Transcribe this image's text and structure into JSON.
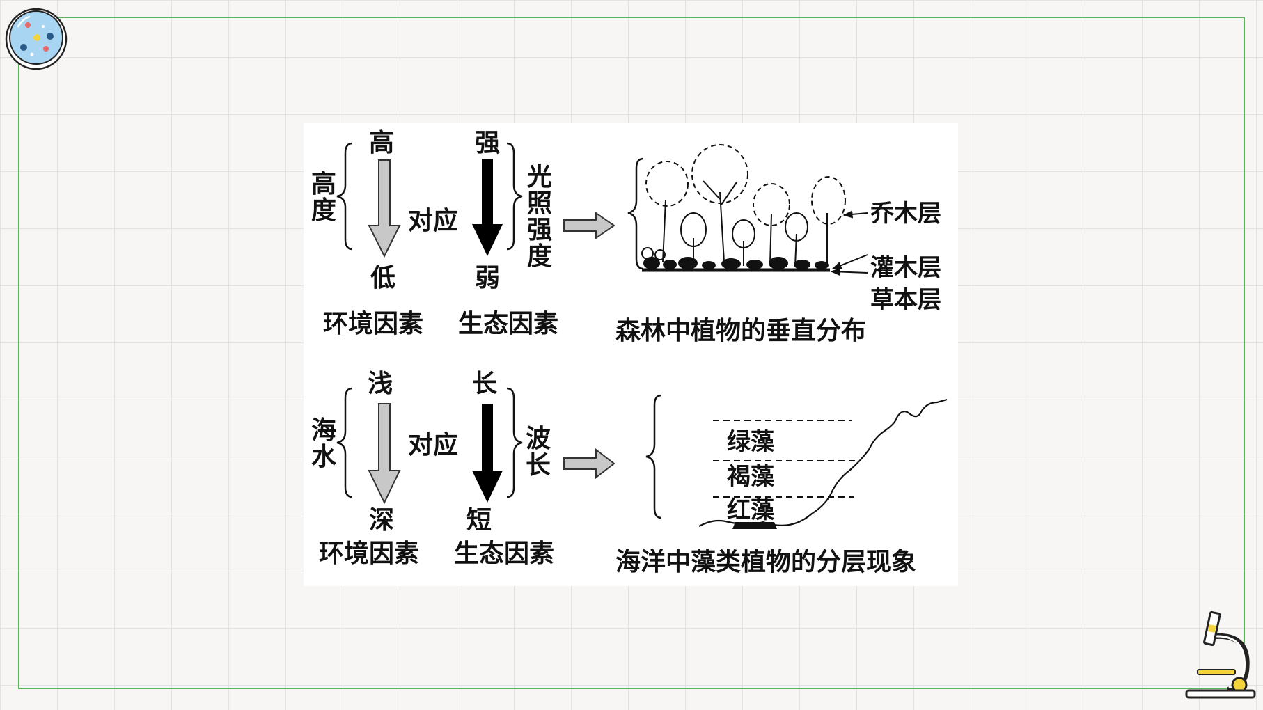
{
  "colors": {
    "frame": "#58b55a",
    "grid": "#e4e2de",
    "background": "#f7f6f4",
    "arrow_gray": "#c8c8c8",
    "arrow_black": "#000000"
  },
  "icons": {
    "top_left": "petri-dish-icon",
    "bottom_right": "microscope-icon"
  },
  "diagram": {
    "forest": {
      "env_factor": "高度",
      "env_high": "高",
      "env_low": "低",
      "correspond": "对应",
      "eco_high": "强",
      "eco_low": "弱",
      "eco_factor": "光照强度",
      "env_caption": "环境因素",
      "eco_caption": "生态因素",
      "layers": [
        "乔木层",
        "灌木层",
        "草本层"
      ],
      "caption": "森林中植物的垂直分布"
    },
    "ocean": {
      "env_factor": "海水",
      "env_high": "浅",
      "env_low": "深",
      "correspond": "对应",
      "eco_high": "长",
      "eco_low": "短",
      "eco_factor": "波长",
      "env_caption": "环境因素",
      "eco_caption": "生态因素",
      "layers": [
        "绿藻",
        "褐藻",
        "红藻"
      ],
      "caption": "海洋中藻类植物的分层现象"
    }
  }
}
